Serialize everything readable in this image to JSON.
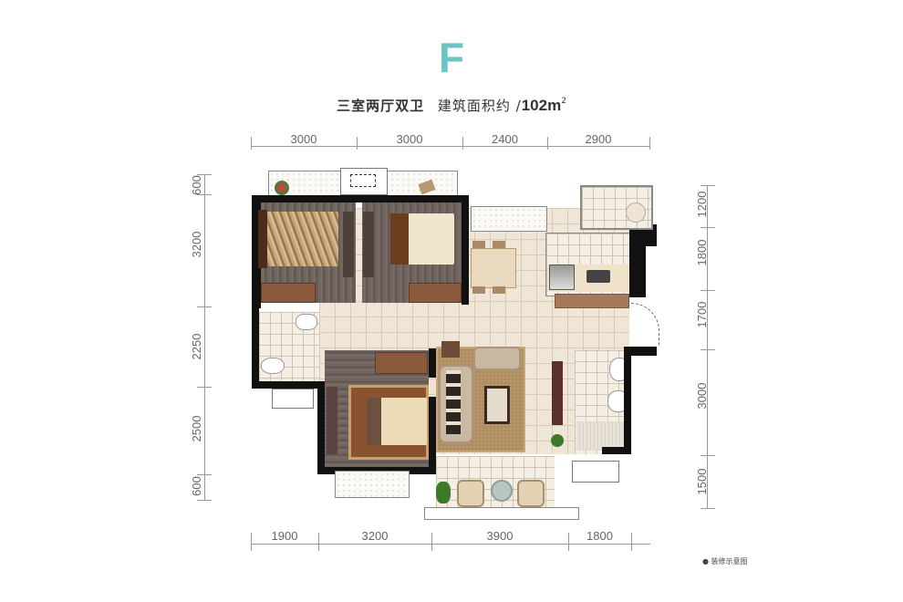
{
  "header": {
    "unit_letter": "F",
    "unit_letter_color": "#6cc5c4",
    "layout_type": "三室两厅双卫",
    "area_label": "建筑面积约 /",
    "area_value": "102m",
    "area_unit_sup": "2"
  },
  "dimensions": {
    "top": [
      "3000",
      "3000",
      "2400",
      "2900"
    ],
    "bottom": [
      "1900",
      "3200",
      "3900",
      "1800"
    ],
    "left": [
      "600",
      "3200",
      "2250",
      "2500",
      "600"
    ],
    "right": [
      "1200",
      "1800",
      "1700",
      "3000",
      "1500"
    ]
  },
  "floorplan": {
    "rooms": [
      {
        "id": "bedroom-1",
        "type": "bedroom"
      },
      {
        "id": "bedroom-2",
        "type": "bedroom"
      },
      {
        "id": "master-bedroom",
        "type": "bedroom"
      },
      {
        "id": "living-room",
        "type": "living"
      },
      {
        "id": "dining-room",
        "type": "dining"
      },
      {
        "id": "kitchen",
        "type": "kitchen"
      },
      {
        "id": "bathroom-1",
        "type": "bathroom"
      },
      {
        "id": "bathroom-2",
        "type": "bathroom"
      },
      {
        "id": "balcony-south",
        "type": "balcony"
      },
      {
        "id": "utility-balcony",
        "type": "balcony"
      }
    ],
    "colors": {
      "wall": "#111111",
      "floor_tile": "#efe6d8",
      "wood_floor": "#6d625c",
      "rug": "#b59467"
    }
  },
  "footer": {
    "note": "装修示意图"
  }
}
